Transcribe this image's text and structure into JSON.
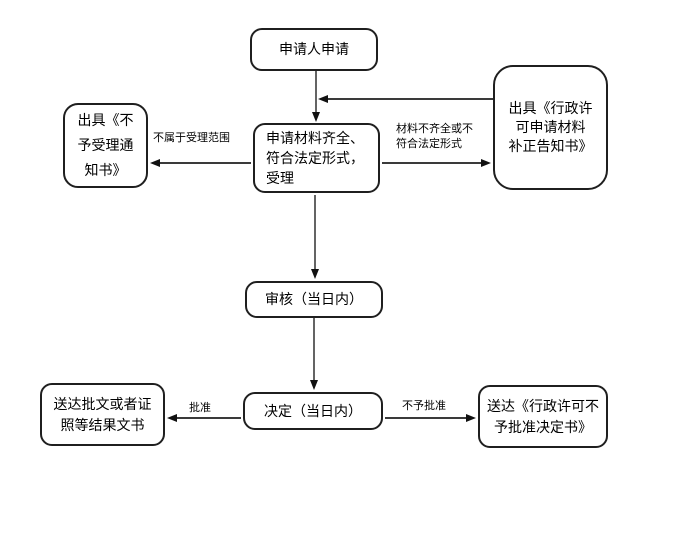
{
  "diagram": {
    "type": "flowchart",
    "language": "zh-CN",
    "nodes": {
      "applicant": "申请人申请",
      "acceptance": "申请材料齐全、\n符合法定形式，\n受理",
      "rejection_notice": "出具《不\n予受理通\n知书》",
      "supplement_notice": "出具《行政许\n可申请材料\n补正告知书》",
      "review": "审核（当日内）",
      "decision": "决定（当日内）",
      "deliver_approval": "送达批文或者证\n照等结果文书",
      "deliver_denial": "送达《行政许可不\n予批准决定书》"
    },
    "edge_labels": {
      "out_of_scope": "不属于受理范围",
      "materials_incomplete": "材料不齐全或不\n符合法定形式",
      "approved": "批准",
      "not_approved": "不予批准"
    },
    "colors": {
      "background": "#ffffff",
      "node_border": "#1f1f1f",
      "connector": "#3a3a3a",
      "text": "#000000"
    }
  }
}
